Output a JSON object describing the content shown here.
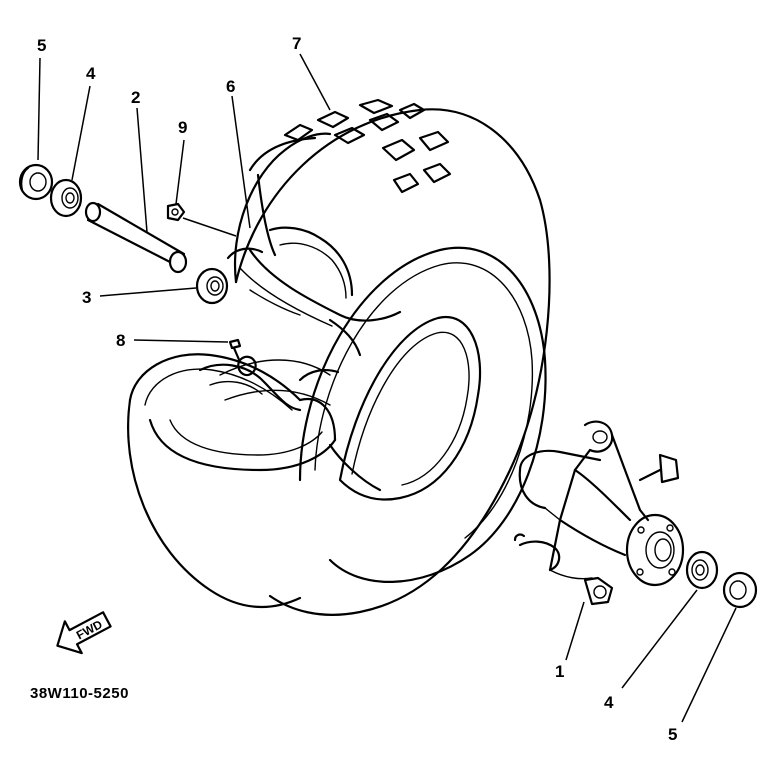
{
  "diagram_code": "38W110-5250",
  "direction_label": "FWD",
  "callouts": [
    {
      "key": "5a",
      "label": "5"
    },
    {
      "key": "4a",
      "label": "4"
    },
    {
      "key": "2",
      "label": "2"
    },
    {
      "key": "9",
      "label": "9"
    },
    {
      "key": "6",
      "label": "6"
    },
    {
      "key": "7",
      "label": "7"
    },
    {
      "key": "3",
      "label": "3"
    },
    {
      "key": "8",
      "label": "8"
    },
    {
      "key": "1",
      "label": "1"
    },
    {
      "key": "4b",
      "label": "4"
    },
    {
      "key": "5b",
      "label": "5"
    }
  ]
}
